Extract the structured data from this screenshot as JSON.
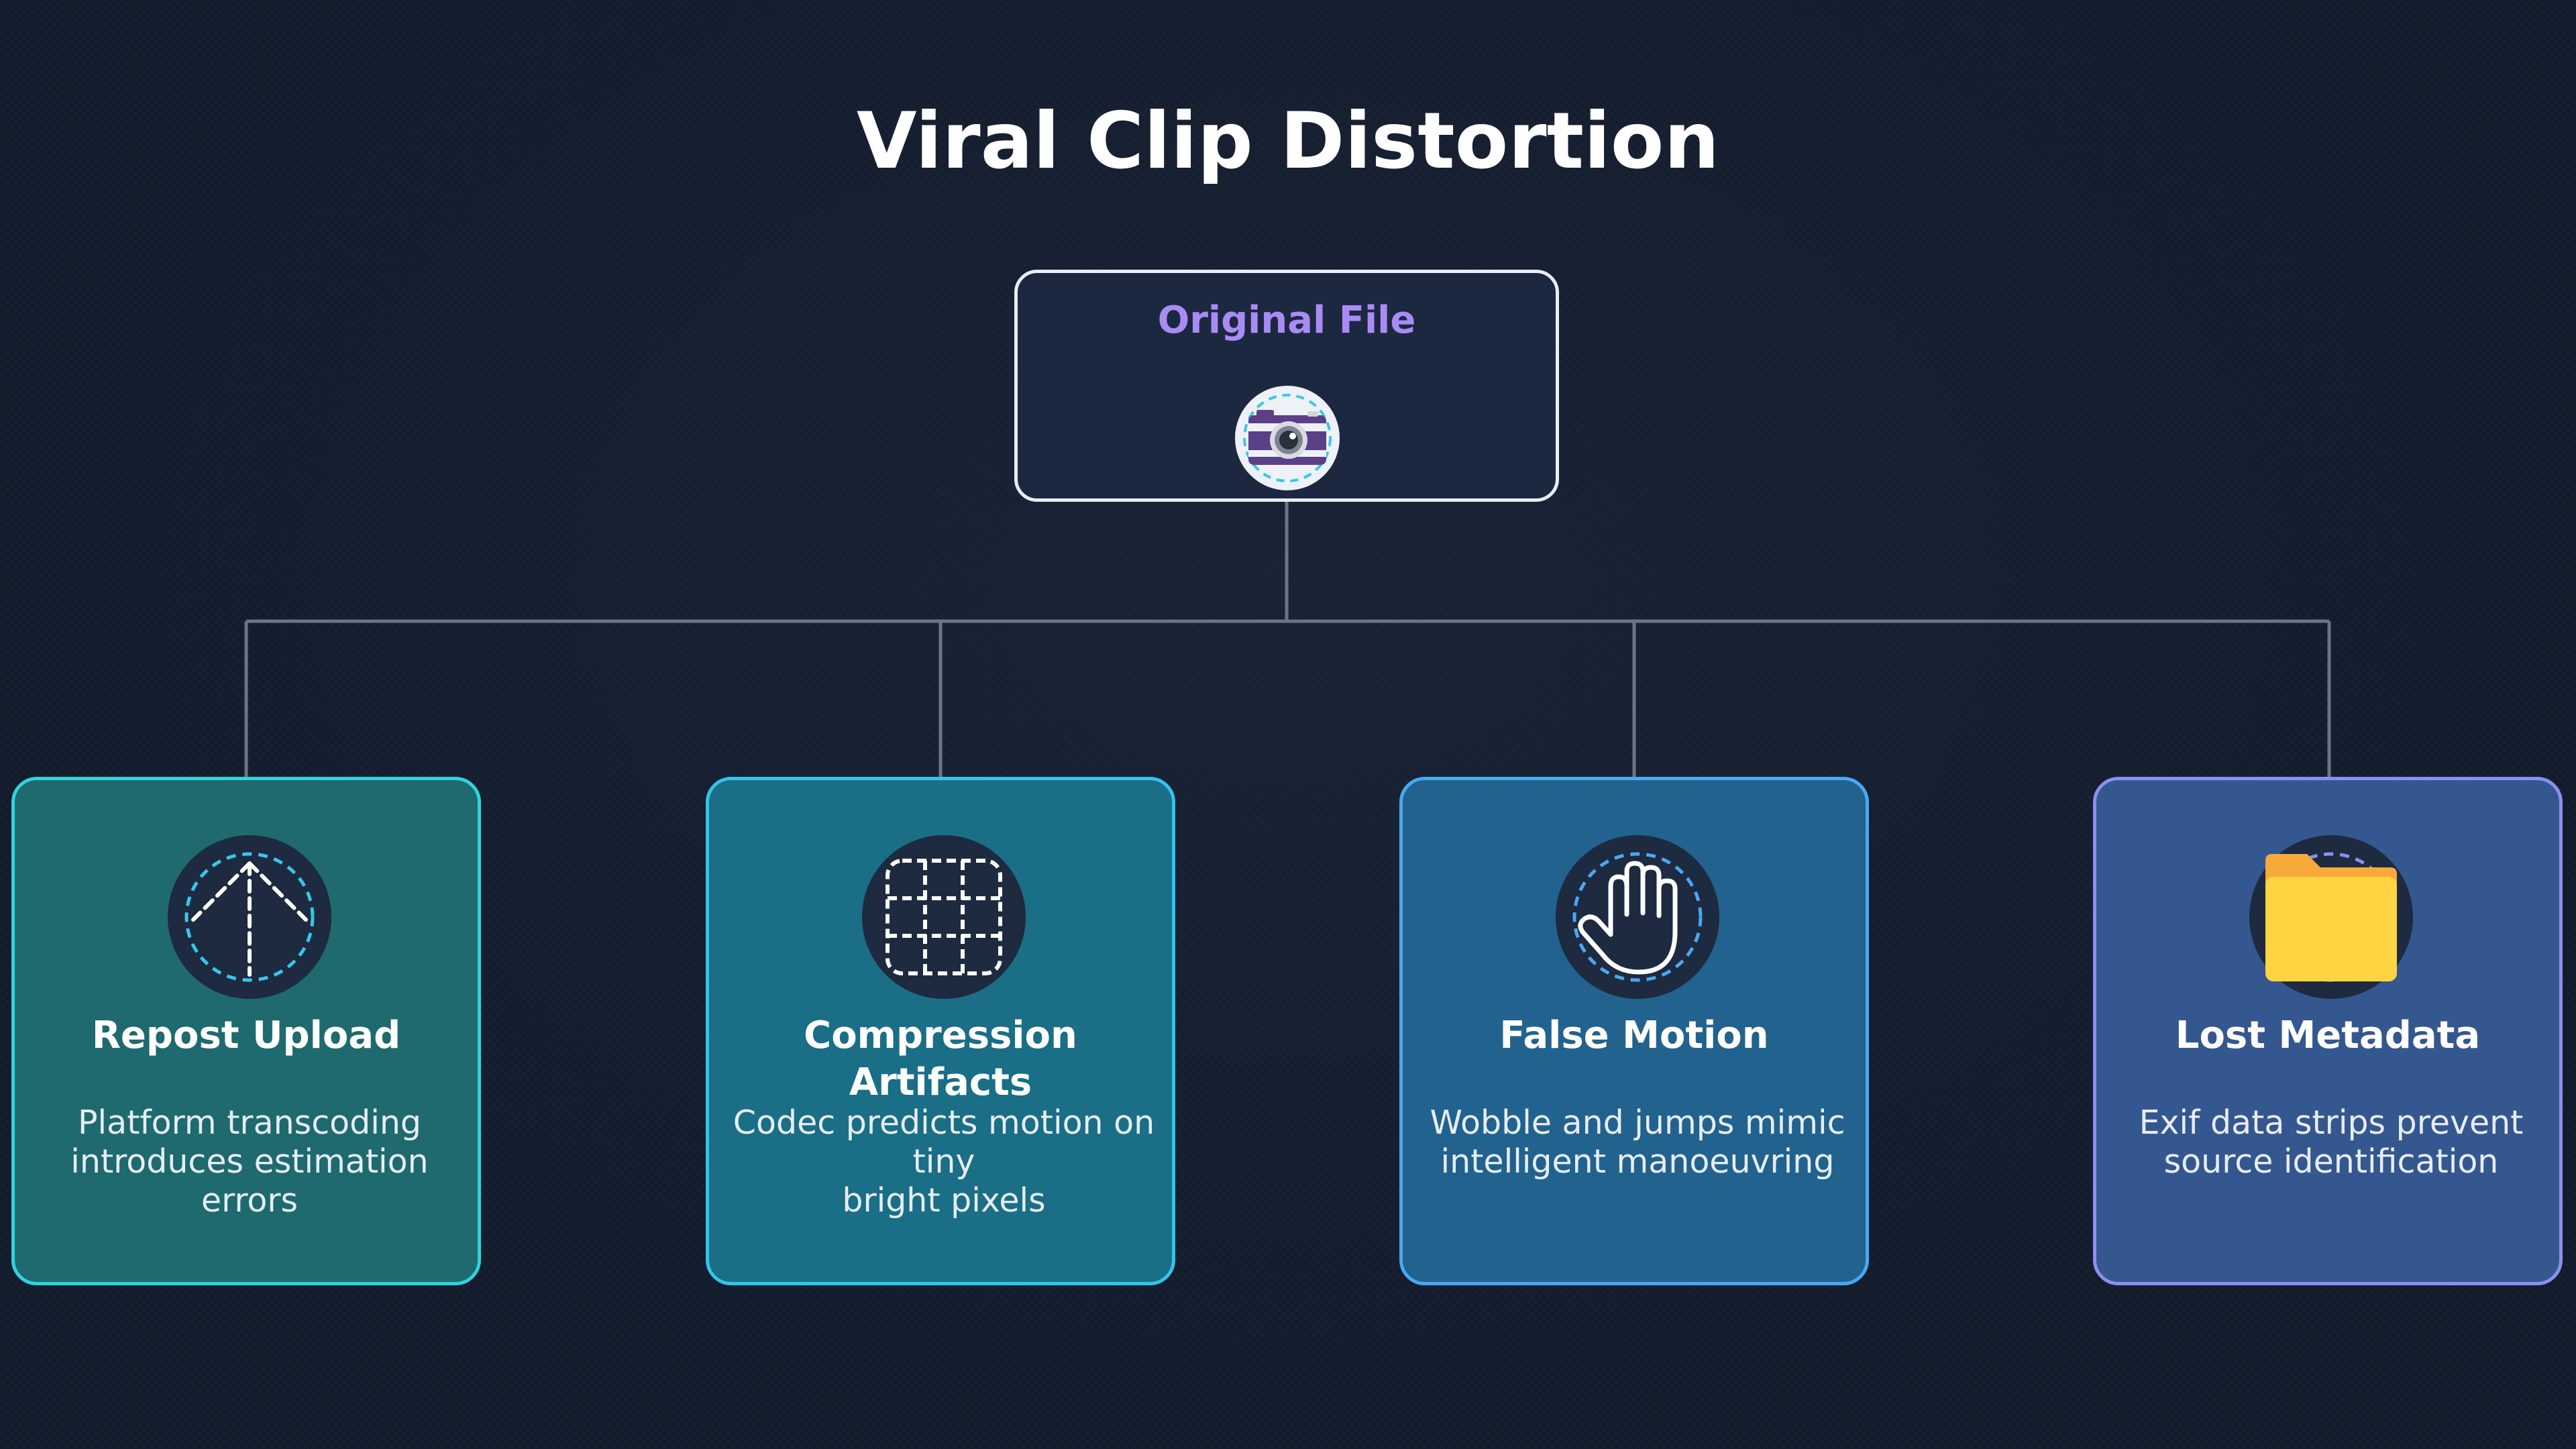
{
  "title": "Viral Clip Distortion",
  "root": {
    "label": "Original File",
    "icon": "camera-icon",
    "label_color": "#a98bf5"
  },
  "children": [
    {
      "title": "Repost Upload",
      "description_lines": [
        "Platform transcoding",
        "introduces estimation errors"
      ],
      "icon": "upload-arrow-icon",
      "fill": "#1e6a6e",
      "border": "#2ed4e0"
    },
    {
      "title": "Compression Artifacts",
      "description_lines": [
        "Codec predicts motion on tiny",
        "bright pixels"
      ],
      "icon": "grid-icon",
      "fill": "#1a6e86",
      "border": "#33c4ea"
    },
    {
      "title": "False Motion",
      "description_lines": [
        "Wobble and jumps mimic",
        "intelligent manoeuvring"
      ],
      "icon": "hand-icon",
      "fill": "#22628e",
      "border": "#4aa8f2"
    },
    {
      "title": "Lost Metadata",
      "description_lines": [
        "Exif data strips prevent",
        "source identification"
      ],
      "icon": "folder-icon",
      "fill": "#35578f",
      "border": "#8a90f0"
    }
  ],
  "colors": {
    "background": "#121b2b",
    "connector": "#6b7584",
    "icon_circle": "#1d2a3f",
    "icon_dash": "#38c6ea"
  }
}
